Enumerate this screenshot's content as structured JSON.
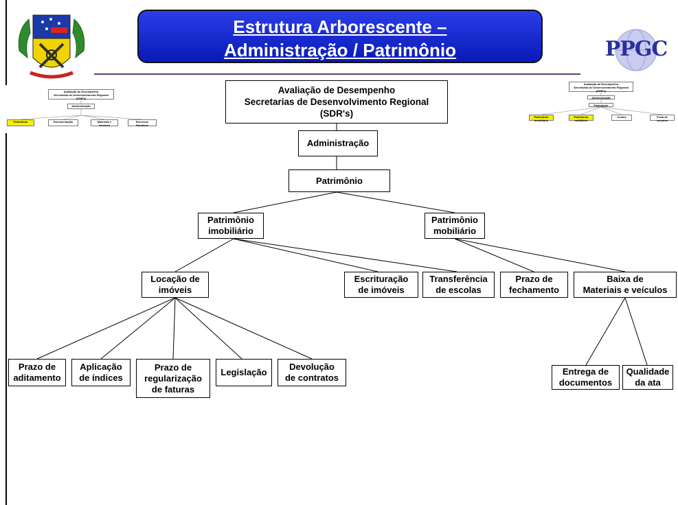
{
  "title": {
    "line1": "Estrutura Arborescente –",
    "line2": "Administração / Patrimônio"
  },
  "logos": {
    "left": "university-coat-of-arms",
    "right_text": "PPGC"
  },
  "tree": {
    "root": "Avaliação de Desempenho\nSecretarias de Desenvolvimento Regional\n(SDR's)",
    "administracao": "Administração",
    "patrimonio": "Patrimônio",
    "patrimonio_imobiliario": "Patrimônio\nimobiliário",
    "patrimonio_mobiliario": "Patrimônio\nmobiliário",
    "locacao": "Locação de\nimóveis",
    "escrituracao": "Escrituração\nde imóveis",
    "transferencia": "Transferência\nde escolas",
    "prazo_fechamento": "Prazo de\nfechamento",
    "baixa": "Baixa de\nMateriais e veículos",
    "prazo_aditamento": "Prazo de\naditamento",
    "aplicacao": "Aplicação\nde índices",
    "prazo_regularizacao": "Prazo de\nregularização\nde faturas",
    "legislacao": "Legislação",
    "devolucao": "Devolução\nde contratos",
    "entrega": "Entrega de\ndocumentos",
    "qualidade": "Qualidade\nda ata"
  },
  "mini_left": {
    "root": "Avaliação de Desempenho\nSecretarias de Desenvolvimento Regional\n(SDR's)",
    "admin": "Administração",
    "children": [
      "Patrimônio",
      "Documentação",
      "Materiais e\nserviços",
      "Recursos\nHumanos"
    ],
    "highlight": "Patrimônio"
  },
  "mini_right": {
    "root": "Avaliação de Desempenho\nSecretarias de Desenvolvimento Regional\n(SDR's)",
    "admin": "Administração",
    "patrimonio": "Patrimônio",
    "children": [
      "Patrimônio\nimobiliário",
      "Patrimônio\nmobiliário",
      "Custos",
      "Frota de\nveículos"
    ],
    "highlight": [
      "Patrimônio\nimobiliário",
      "Patrimônio\nmobiliário"
    ]
  },
  "colors": {
    "title_bg": "#1a2ad0",
    "highlight": "#f4f000",
    "rule": "#5a3f6b"
  }
}
